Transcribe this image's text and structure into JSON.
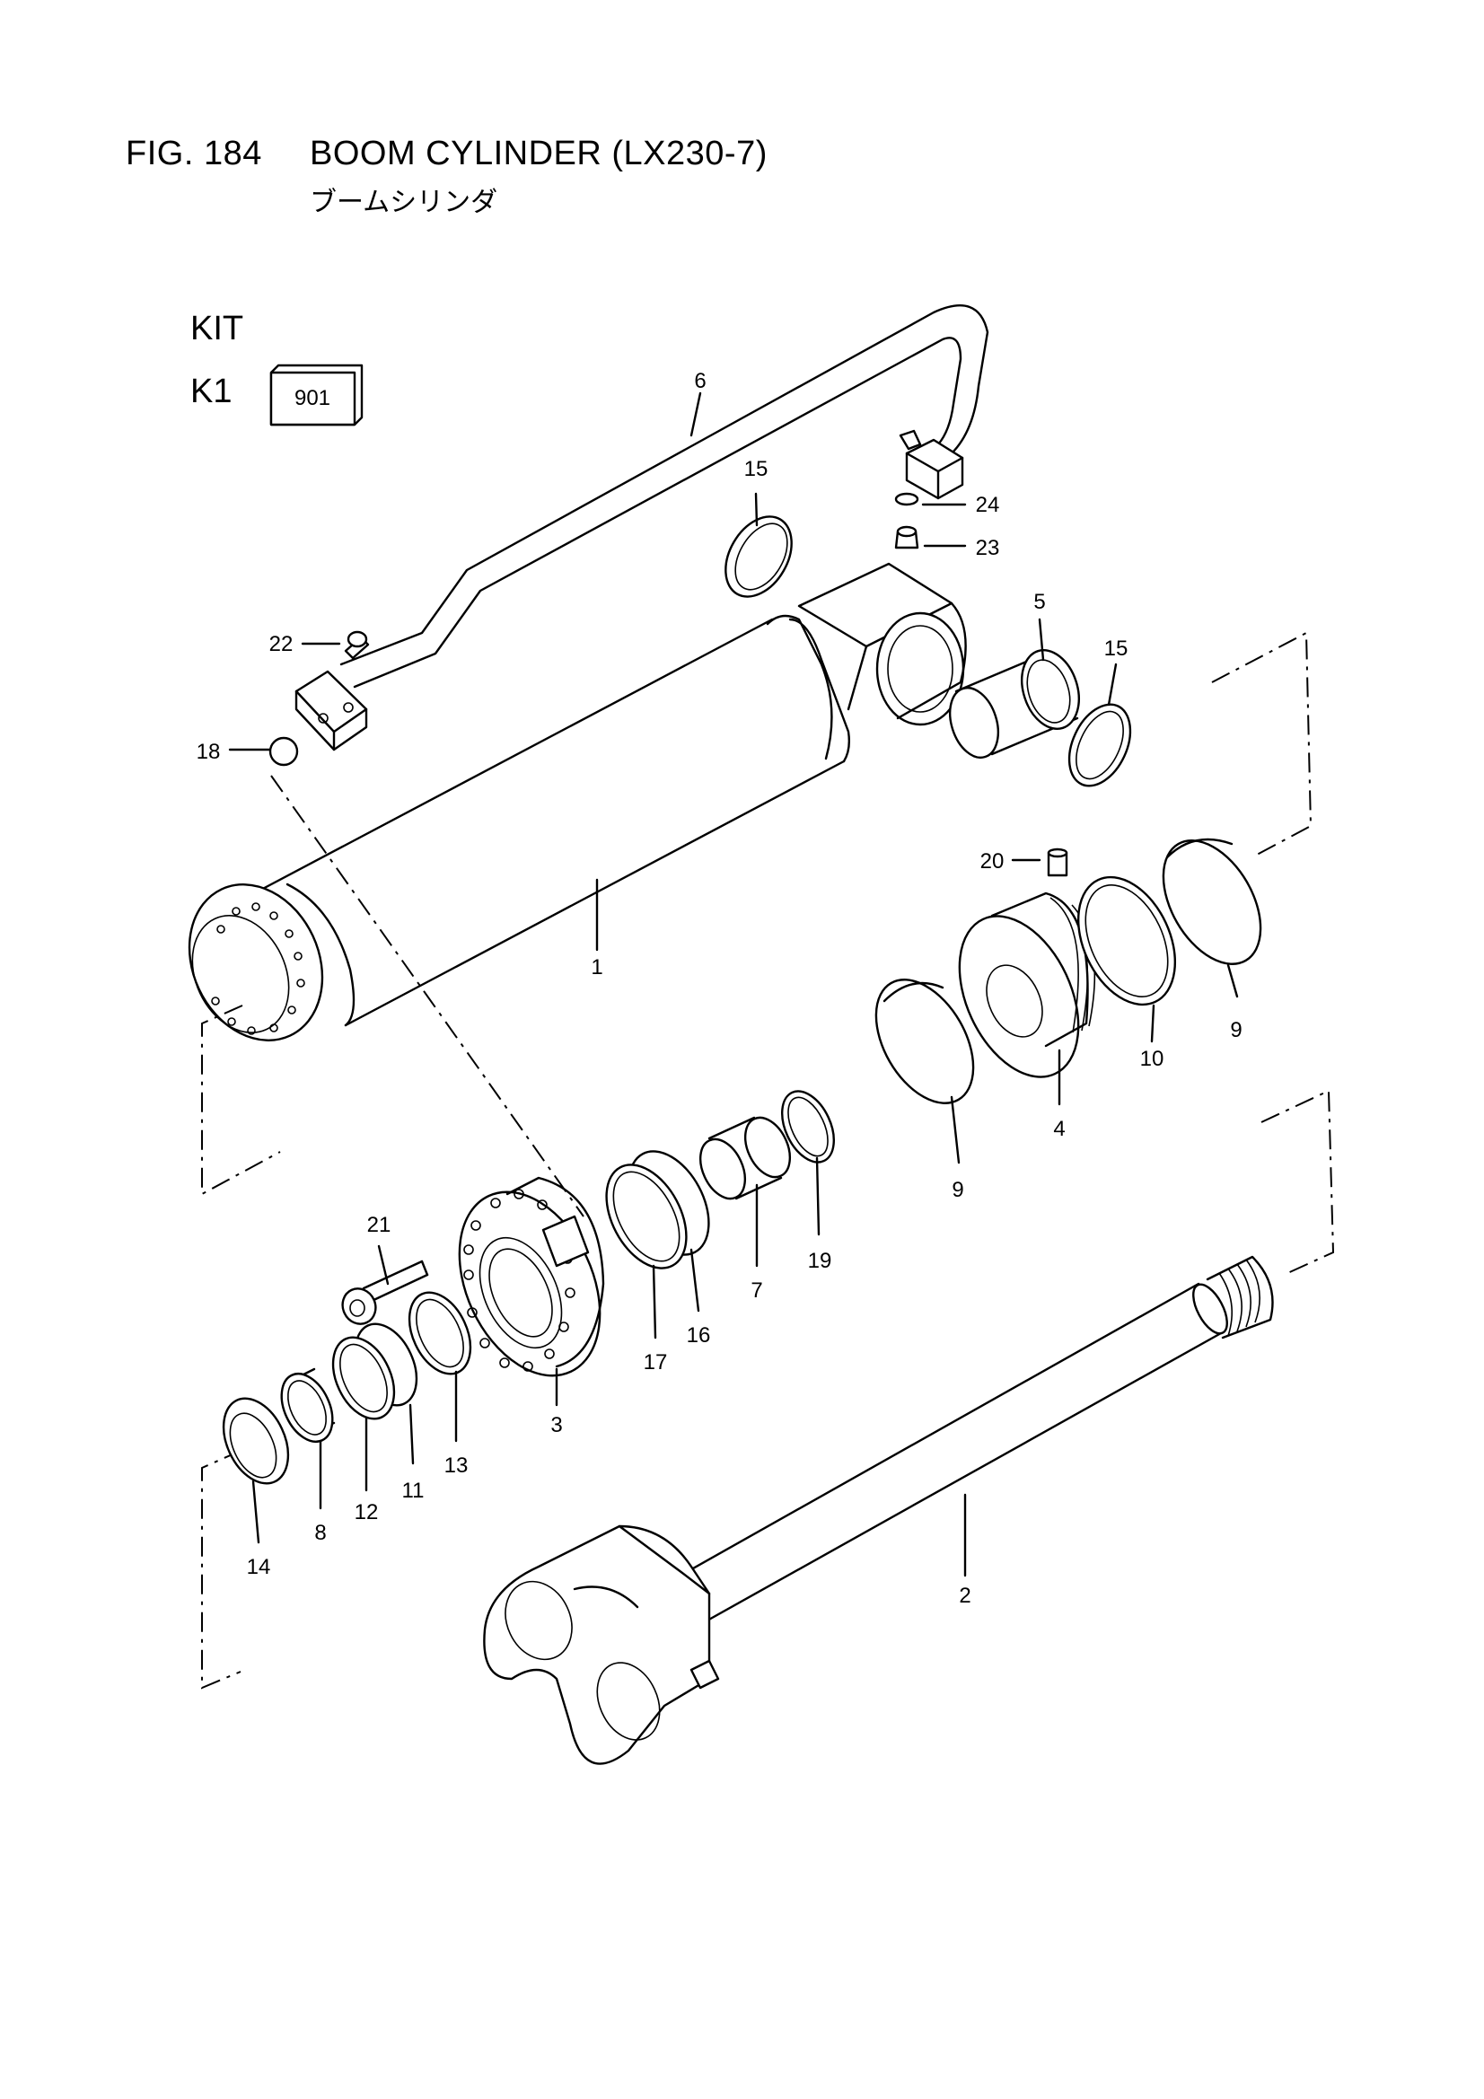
{
  "figure": {
    "code": "FIG. 184",
    "title": "BOOM CYLINDER (LX230-7)",
    "subtitle_jp": "ブームシリンダ"
  },
  "kit": {
    "heading": "KIT",
    "row_label": "K1",
    "kit_number": "901"
  },
  "callouts": {
    "c1": "1",
    "c2": "2",
    "c3": "3",
    "c4": "4",
    "c5": "5",
    "c6": "6",
    "c7": "7",
    "c8": "8",
    "c9a": "9",
    "c9b": "9",
    "c10": "10",
    "c11": "11",
    "c12": "12",
    "c13": "13",
    "c14": "14",
    "c15a": "15",
    "c15b": "15",
    "c16": "16",
    "c17": "17",
    "c18": "18",
    "c19": "19",
    "c20": "20",
    "c21": "21",
    "c22": "22",
    "c23": "23",
    "c24": "24"
  }
}
